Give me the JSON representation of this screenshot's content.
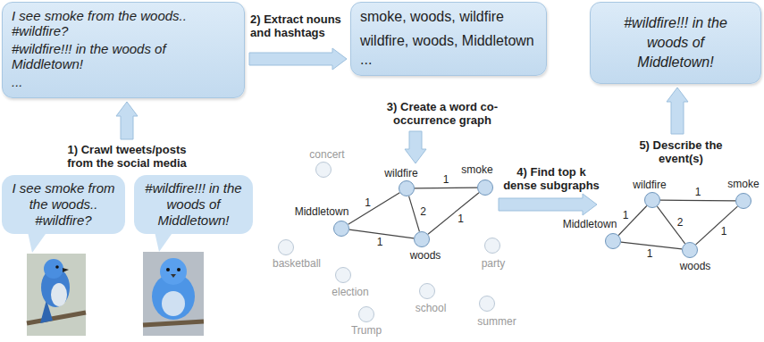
{
  "diagram": {
    "nodes": [
      {
        "text": [
          "I see smoke from the woods.. #wildfire?",
          "#wildfire!!! in the woods of Middletown!",
          "..."
        ]
      },
      {
        "text": [
          "smoke, woods, wildfire",
          "wildfire, woods, Middletown",
          "..."
        ]
      },
      {
        "text": [
          "#wildfire!!! in the woods of Middletown!"
        ]
      },
      {
        "text": [
          "I see smoke from the woods.. #wildfire?"
        ]
      },
      {
        "text": [
          "#wildfire!!! in the woods of Middletown!"
        ]
      },
      {
        "text": [
          "concert"
        ]
      },
      {
        "text": [
          "wildfire"
        ]
      },
      {
        "text": [
          "smoke"
        ]
      },
      {
        "text": [
          "Middletown"
        ]
      },
      {
        "text": [
          "woods"
        ]
      },
      {
        "text": [
          "basketball"
        ]
      },
      {
        "text": [
          "party"
        ]
      },
      {
        "text": [
          "election"
        ]
      },
      {
        "text": [
          "school"
        ]
      },
      {
        "text": [
          "summer"
        ]
      },
      {
        "text": [
          "Trump"
        ]
      },
      {
        "text": [
          "wildfire"
        ]
      },
      {
        "text": [
          "smoke"
        ]
      },
      {
        "text": [
          "Middletown"
        ]
      },
      {
        "text": [
          "woods"
        ]
      }
    ],
    "edges": [
      {
        "from": 0,
        "to": 1,
        "arrow": "to"
      },
      {
        "from": 6,
        "to": 7,
        "label": "1",
        "arrow": "none"
      },
      {
        "from": 6,
        "to": 8,
        "label": "1",
        "arrow": "none"
      },
      {
        "from": 6,
        "to": 9,
        "label": "2",
        "arrow": "none"
      },
      {
        "from": 7,
        "to": 9,
        "label": "1",
        "arrow": "none"
      },
      {
        "from": 8,
        "to": 9,
        "label": "1",
        "arrow": "none"
      },
      {
        "from": 16,
        "to": 17,
        "label": "1",
        "arrow": "none"
      },
      {
        "from": 16,
        "to": 18,
        "label": "1",
        "arrow": "none"
      },
      {
        "from": 16,
        "to": 19,
        "label": "2",
        "arrow": "none"
      },
      {
        "from": 17,
        "to": 19,
        "label": "1",
        "arrow": "none"
      },
      {
        "from": 18,
        "to": 19,
        "label": "1",
        "arrow": "none"
      }
    ],
    "labels": [
      "1) Crawl tweets/posts from the social media",
      "2) Extract nouns and hashtags",
      "3) Create a word co-occurrence graph",
      "4) Find top k dense subgraphs",
      "5) Describe the event(s)"
    ]
  }
}
